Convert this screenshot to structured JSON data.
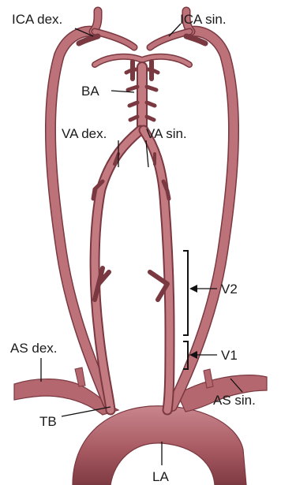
{
  "labels": {
    "ica_dex": "ICA dex.",
    "ica_sin": "ICA sin.",
    "ba": "BA",
    "va_dex": "VA dex.",
    "va_sin": "VA sin.",
    "v2": "V2",
    "v1": "V1",
    "as_dex": "AS dex.",
    "as_sin": "AS sin.",
    "tb": "TB",
    "la": "LA"
  },
  "colors": {
    "vessel_fill": "#b86b72",
    "vessel_dark": "#7e3a42",
    "vessel_light": "#d99aa0",
    "background": "#ffffff"
  }
}
